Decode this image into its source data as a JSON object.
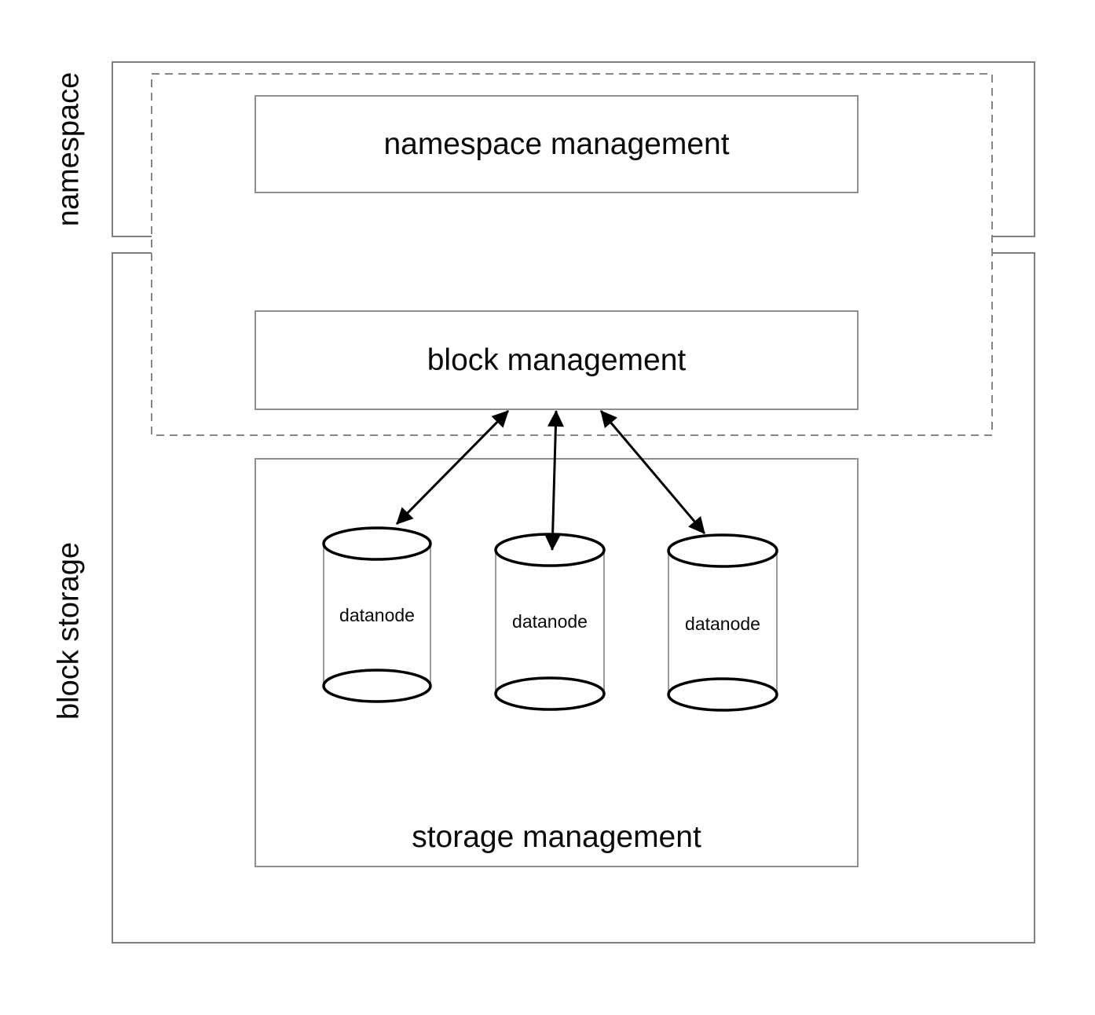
{
  "labels": {
    "namespace_section": "namespace",
    "block_storage_section": "block storage",
    "namespace_management": "namespace management",
    "block_management": "block management",
    "storage_management": "storage management"
  },
  "datanodes": [
    {
      "label": "datanode"
    },
    {
      "label": "datanode"
    },
    {
      "label": "datanode"
    }
  ],
  "colors": {
    "outer_line_gray": "#7f7f7f",
    "dashed_line_gray": "#868686",
    "inner_box_gray": "#8f8f8f",
    "cylinder_side_gray": "#9a9a9a",
    "shape_black": "#000000",
    "text_black": "#0a0a0a",
    "background": "#ffffff"
  }
}
